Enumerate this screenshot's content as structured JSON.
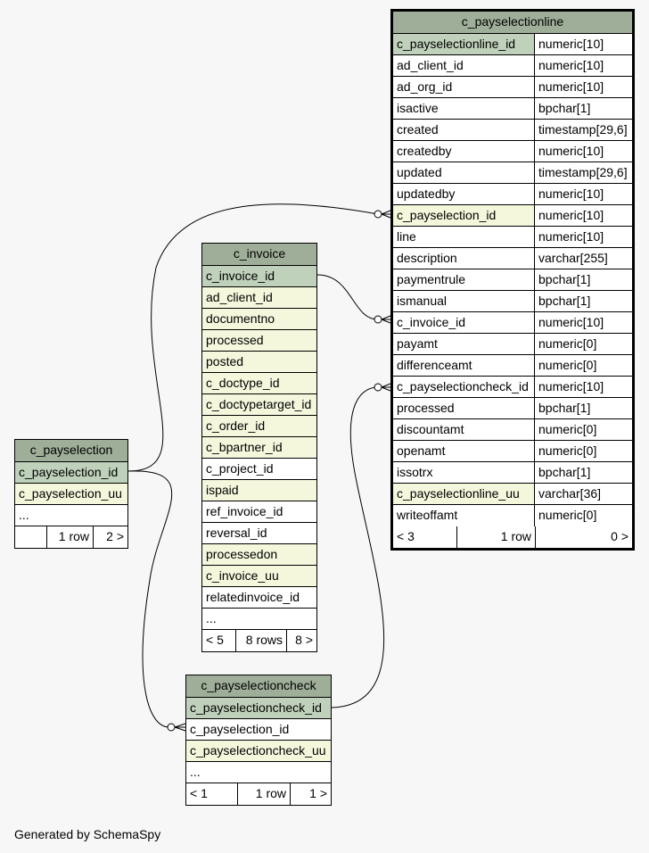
{
  "tables": {
    "c_payselection": {
      "name": "c_payselection",
      "columns": [
        {
          "name": "c_payselection_id",
          "kind": "pk"
        },
        {
          "name": "c_payselection_uu",
          "kind": "fk"
        },
        {
          "name": "...",
          "kind": "plain"
        }
      ],
      "footer": {
        "left": "",
        "mid": "1 row",
        "right": "2 >"
      }
    },
    "c_invoice": {
      "name": "c_invoice",
      "columns": [
        {
          "name": "c_invoice_id",
          "kind": "pk"
        },
        {
          "name": "ad_client_id",
          "kind": "fk"
        },
        {
          "name": "documentno",
          "kind": "fk"
        },
        {
          "name": "processed",
          "kind": "fk"
        },
        {
          "name": "posted",
          "kind": "fk"
        },
        {
          "name": "c_doctype_id",
          "kind": "fk"
        },
        {
          "name": "c_doctypetarget_id",
          "kind": "fk"
        },
        {
          "name": "c_order_id",
          "kind": "fk"
        },
        {
          "name": "c_bpartner_id",
          "kind": "fk"
        },
        {
          "name": "c_project_id",
          "kind": "plain"
        },
        {
          "name": "ispaid",
          "kind": "fk"
        },
        {
          "name": "ref_invoice_id",
          "kind": "plain"
        },
        {
          "name": "reversal_id",
          "kind": "plain"
        },
        {
          "name": "processedon",
          "kind": "fk"
        },
        {
          "name": "c_invoice_uu",
          "kind": "fk"
        },
        {
          "name": "relatedinvoice_id",
          "kind": "plain"
        },
        {
          "name": "...",
          "kind": "plain"
        }
      ],
      "footer": {
        "left": "< 5",
        "mid": "8 rows",
        "right": "8 >"
      }
    },
    "c_payselectioncheck": {
      "name": "c_payselectioncheck",
      "columns": [
        {
          "name": "c_payselectioncheck_id",
          "kind": "pk"
        },
        {
          "name": "c_payselection_id",
          "kind": "plain"
        },
        {
          "name": "c_payselectioncheck_uu",
          "kind": "fk"
        },
        {
          "name": "...",
          "kind": "plain"
        }
      ],
      "footer": {
        "left": "< 1",
        "mid": "1 row",
        "right": "1 >"
      }
    },
    "c_payselectionline": {
      "name": "c_payselectionline",
      "columns": [
        {
          "name": "c_payselectionline_id",
          "type": "numeric[10]",
          "kind": "pk"
        },
        {
          "name": "ad_client_id",
          "type": "numeric[10]",
          "kind": "plain"
        },
        {
          "name": "ad_org_id",
          "type": "numeric[10]",
          "kind": "plain"
        },
        {
          "name": "isactive",
          "type": "bpchar[1]",
          "kind": "plain"
        },
        {
          "name": "created",
          "type": "timestamp[29,6]",
          "kind": "plain"
        },
        {
          "name": "createdby",
          "type": "numeric[10]",
          "kind": "plain"
        },
        {
          "name": "updated",
          "type": "timestamp[29,6]",
          "kind": "plain"
        },
        {
          "name": "updatedby",
          "type": "numeric[10]",
          "kind": "plain"
        },
        {
          "name": "c_payselection_id",
          "type": "numeric[10]",
          "kind": "fk"
        },
        {
          "name": "line",
          "type": "numeric[10]",
          "kind": "plain"
        },
        {
          "name": "description",
          "type": "varchar[255]",
          "kind": "plain"
        },
        {
          "name": "paymentrule",
          "type": "bpchar[1]",
          "kind": "plain"
        },
        {
          "name": "ismanual",
          "type": "bpchar[1]",
          "kind": "plain"
        },
        {
          "name": "c_invoice_id",
          "type": "numeric[10]",
          "kind": "plain"
        },
        {
          "name": "payamt",
          "type": "numeric[0]",
          "kind": "plain"
        },
        {
          "name": "differenceamt",
          "type": "numeric[0]",
          "kind": "plain"
        },
        {
          "name": "c_payselectioncheck_id",
          "type": "numeric[10]",
          "kind": "plain"
        },
        {
          "name": "processed",
          "type": "bpchar[1]",
          "kind": "plain"
        },
        {
          "name": "discountamt",
          "type": "numeric[0]",
          "kind": "plain"
        },
        {
          "name": "openamt",
          "type": "numeric[0]",
          "kind": "plain"
        },
        {
          "name": "issotrx",
          "type": "bpchar[1]",
          "kind": "plain"
        },
        {
          "name": "c_payselectionline_uu",
          "type": "varchar[36]",
          "kind": "fk"
        },
        {
          "name": "writeoffamt",
          "type": "numeric[0]",
          "kind": "plain"
        }
      ],
      "footer": {
        "left": "< 3",
        "mid": "1 row",
        "right": "0 >"
      }
    }
  },
  "generated_by": "Generated by SchemaSpy",
  "colors": {
    "background": "#f7f7f7",
    "header": "#9fae99",
    "primary_key": "#bfd1bb",
    "indexed": "#f4f7dc",
    "plain": "#ffffff"
  }
}
